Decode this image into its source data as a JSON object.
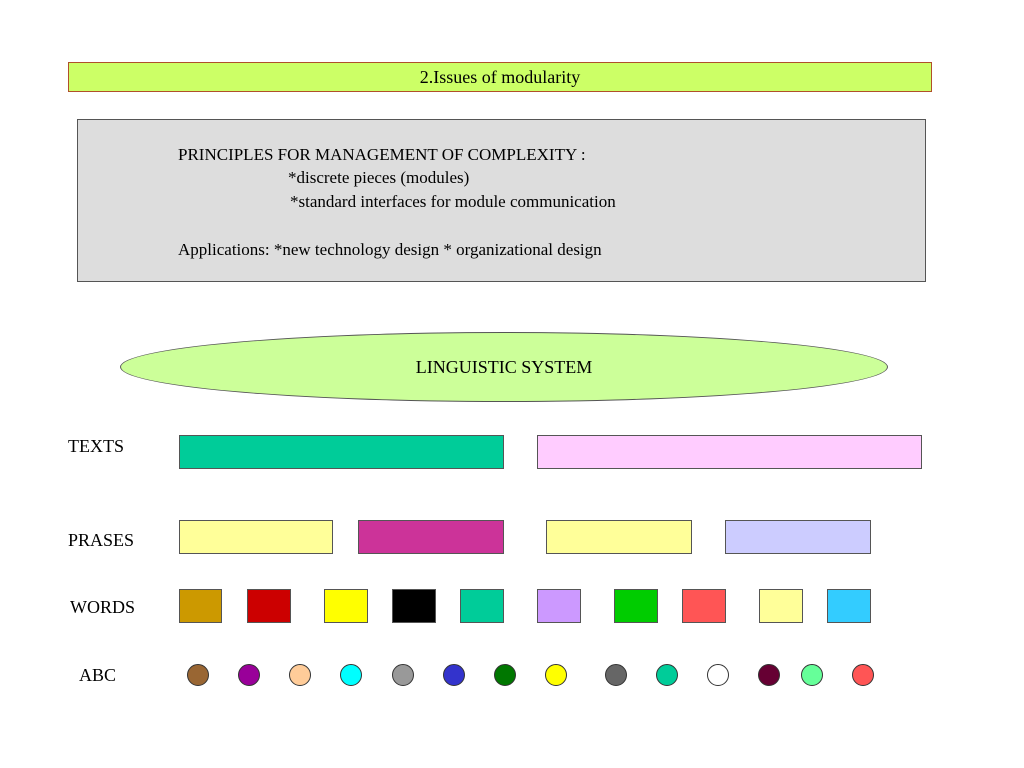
{
  "title": "2.Issues of modularity",
  "principles": {
    "heading": "PRINCIPLES FOR MANAGEMENT OF COMPLEXITY :",
    "item1": "*discrete pieces (modules)",
    "item2": "*standard interfaces for module communication",
    "applications": "Applications: *new technology design * organizational design"
  },
  "system_label": "LINGUISTIC SYSTEM",
  "rows": {
    "texts": "TEXTS",
    "phrases": "PRASES",
    "words": "WORDS",
    "abc": "ABC"
  },
  "colors": {
    "title_bg": "#ccff66",
    "box_bg": "#dddddd",
    "ellipse_bg": "#ccff99",
    "texts": [
      "#00cc99",
      "#ffccff"
    ],
    "phrases": [
      "#ffff99",
      "#cc3399",
      "#ffff99",
      "#ccccff"
    ],
    "words": [
      "#cc9900",
      "#cc0000",
      "#ffff00",
      "#000000",
      "#00cc99",
      "#cc99ff",
      "#00cc00",
      "#ff5555",
      "#ffff99",
      "#33ccff"
    ],
    "abc": [
      "#996633",
      "#990099",
      "#ffcc99",
      "#00ffff",
      "#999999",
      "#3333cc",
      "#007700",
      "#ffff00",
      "#666666",
      "#00cc99",
      "#ffffff",
      "#660033",
      "#66ff99",
      "#ff5555"
    ]
  }
}
